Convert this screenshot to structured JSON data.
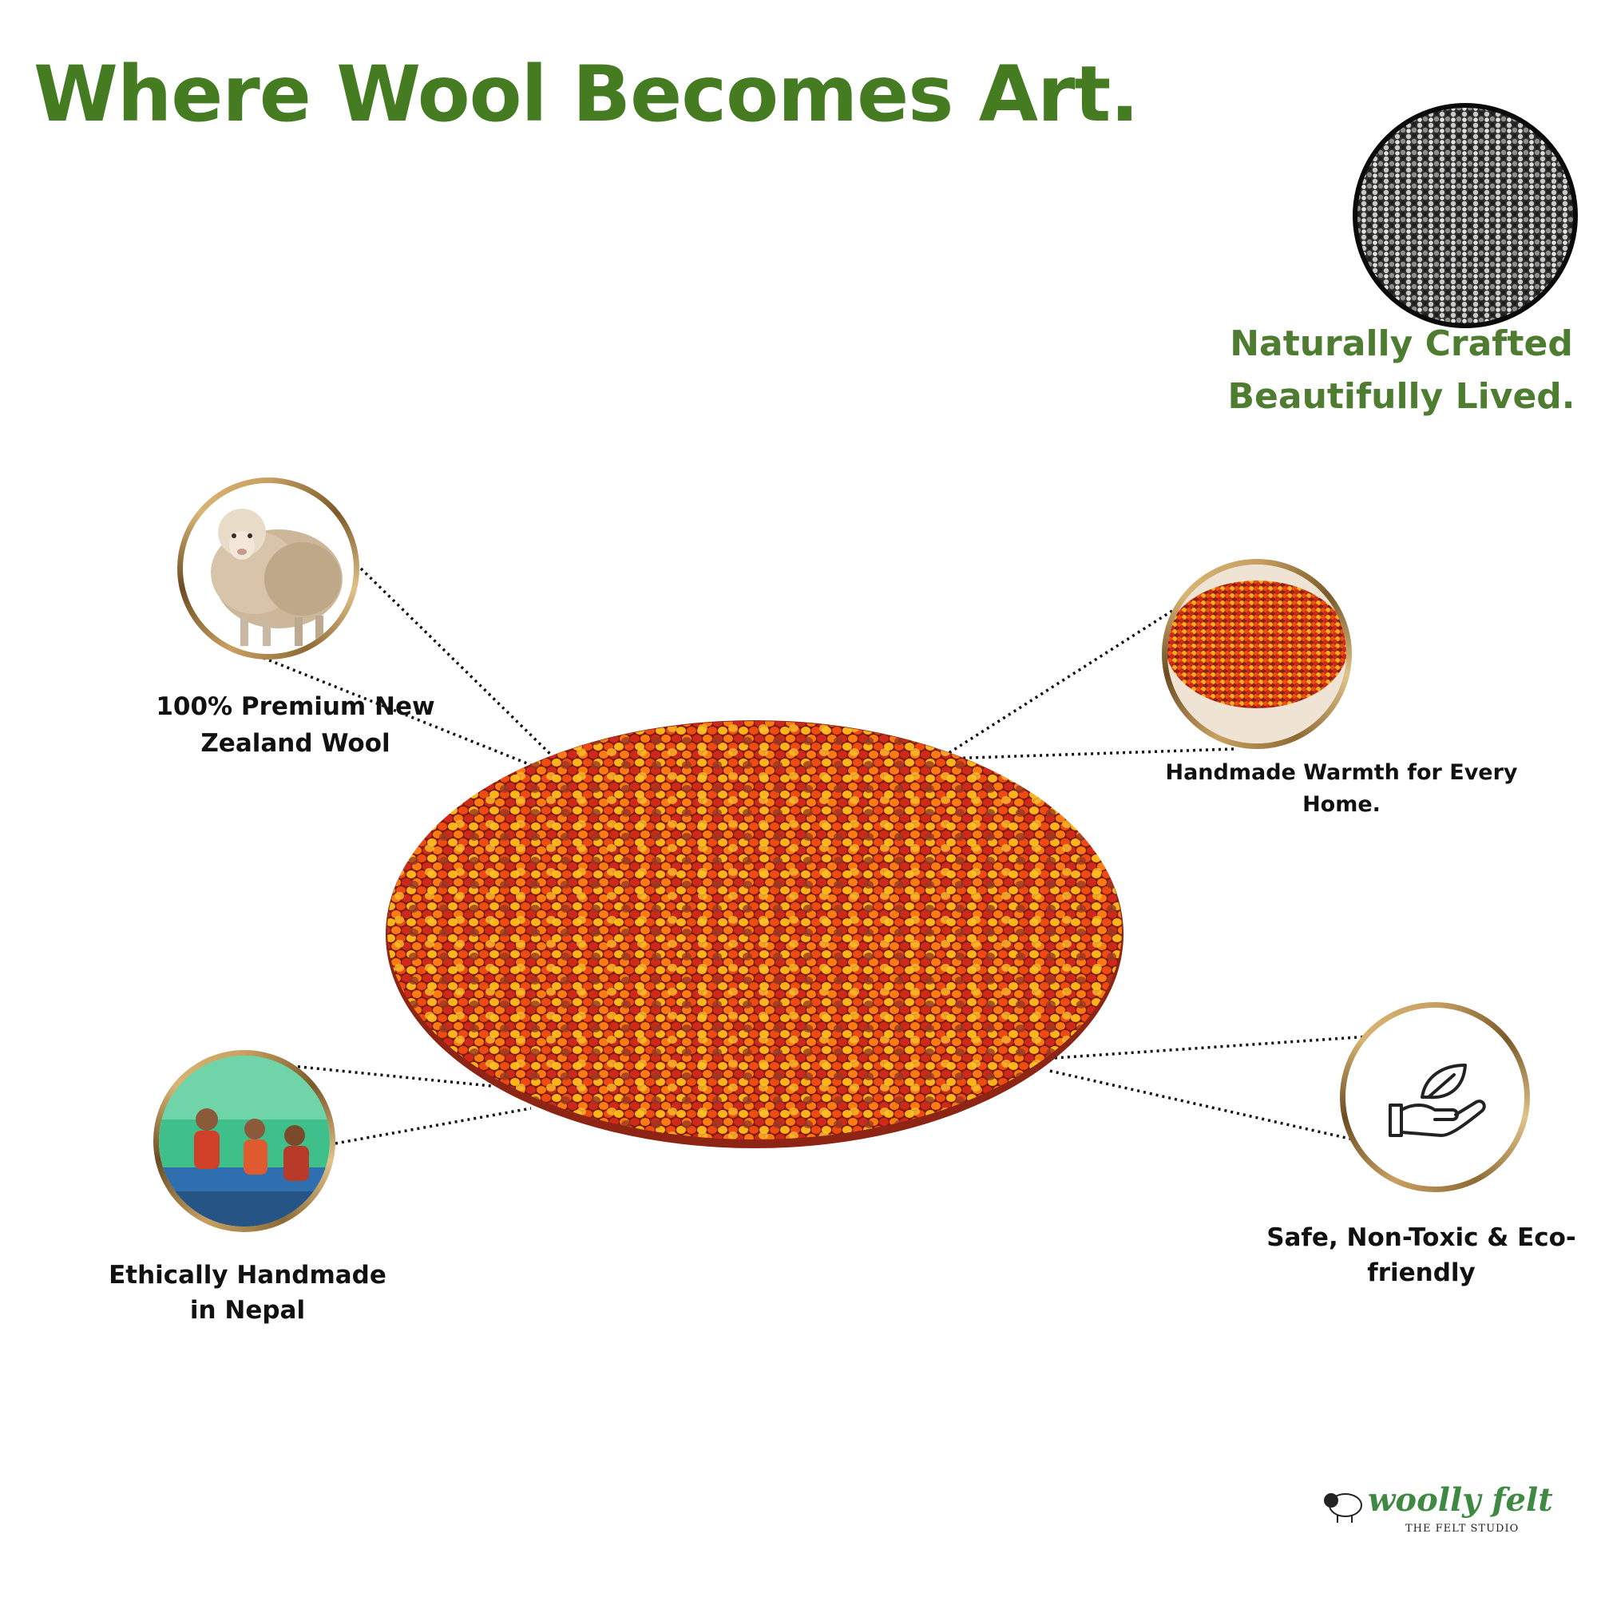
{
  "headline": "Where Wool Becomes Art.",
  "tagline": {
    "line1": "Naturally Crafted",
    "line2": "Beautifully Lived."
  },
  "features": [
    {
      "line1": "100% Premium New",
      "line2": "Zealand Wool",
      "icon": "sheep-icon"
    },
    {
      "line1": "Handmade Warmth for Every",
      "line2": "Home.",
      "icon": "rug-photo-icon"
    },
    {
      "line1": "Ethically Handmade",
      "line2": "in Nepal",
      "icon": "artisans-photo-icon"
    },
    {
      "line1": "Safe, Non-Toxic & Eco-",
      "line2": "friendly",
      "icon": "hand-leaf-icon"
    }
  ],
  "logo": {
    "name": "woolly felt",
    "subtitle": "THE FELT STUDIO"
  },
  "colors": {
    "brand_green": "#457c22",
    "tagline_green": "#4e7c31",
    "ring_gold": "#c8a062"
  }
}
